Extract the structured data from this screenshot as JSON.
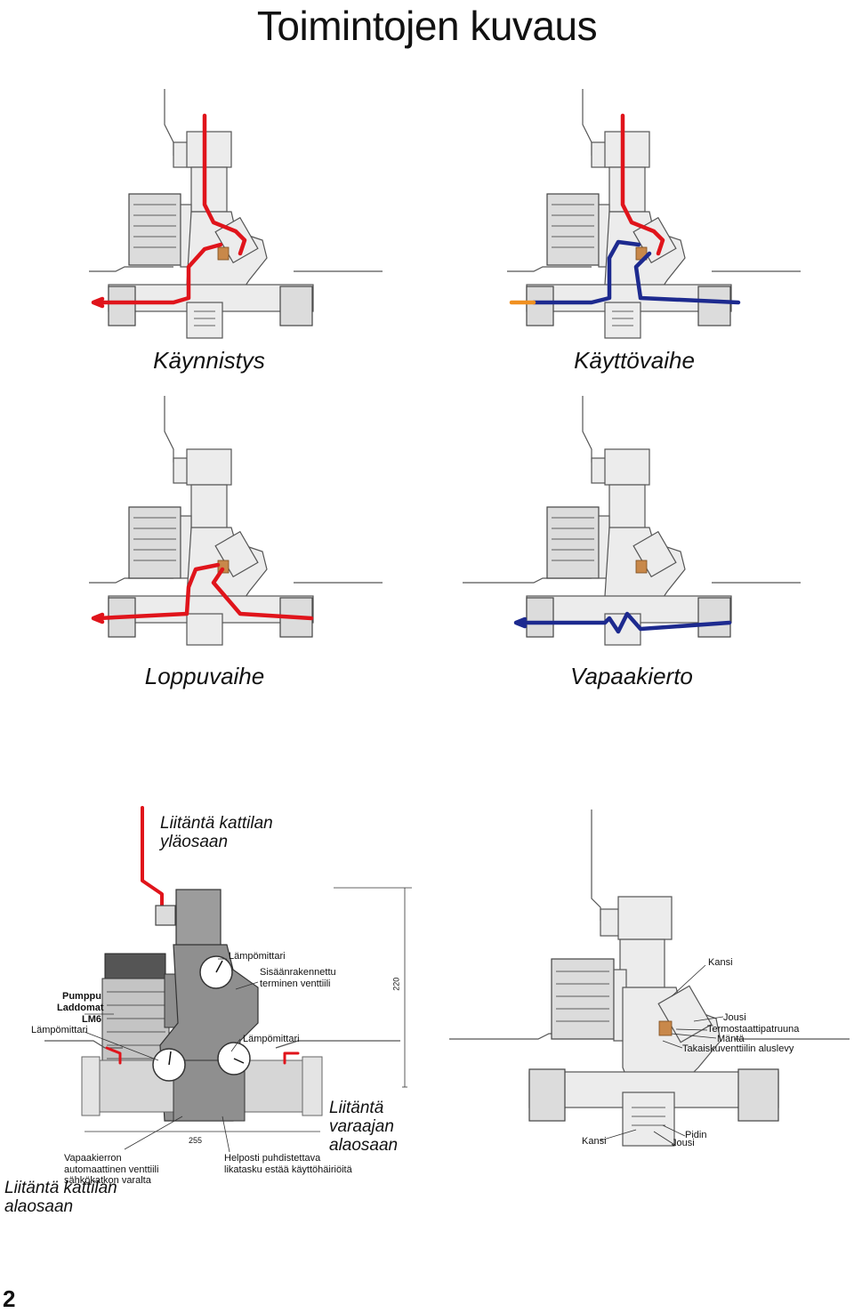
{
  "page": {
    "title": "Toimintojen kuvaus",
    "page_number": "2"
  },
  "diagrams": [
    {
      "caption": "Käynnistys"
    },
    {
      "caption": "Käyttövaihe"
    },
    {
      "caption": "Loppuvaihe"
    },
    {
      "caption": "Vapaakierto"
    }
  ],
  "detail_left": {
    "top_connection": "Liitäntä kattilan yläosaan",
    "pump_label": "Pumppu Laddomat LM6",
    "thermometer_left": "Lämpömittari",
    "thermometer_top": "Lämpömittari",
    "valve_label": "Sisäänrakennettu terminen venttiili",
    "thermometer_right": "Lämpömittari",
    "height_dim": "220",
    "width_dim": "255",
    "auto_valve_label": "Vapaakierron automaattinen venttiili sähkökatkon varalta",
    "dirt_label": "Helposti puhdistettava likatasku estää käyttöhäiriöitä",
    "storage_connection": "Liitäntä varaajan alaosaan",
    "bottom_connection": "Liitäntä kattilan alaosaan"
  },
  "detail_right": {
    "cover": "Kansi",
    "spring": "Jousi",
    "cartridge": "Termostaattipatruuna",
    "piston": "Mäntä",
    "check_plate": "Takaiskuventtiilin aluslevy",
    "cover_bottom": "Kansi",
    "holder": "Pidin",
    "spring_bottom": "Jousi"
  },
  "colors": {
    "hot_flow": "#e0141b",
    "cold_flow": "#1d2a8f",
    "return_flow": "#f09020",
    "valve_brass": "#c8884a"
  }
}
